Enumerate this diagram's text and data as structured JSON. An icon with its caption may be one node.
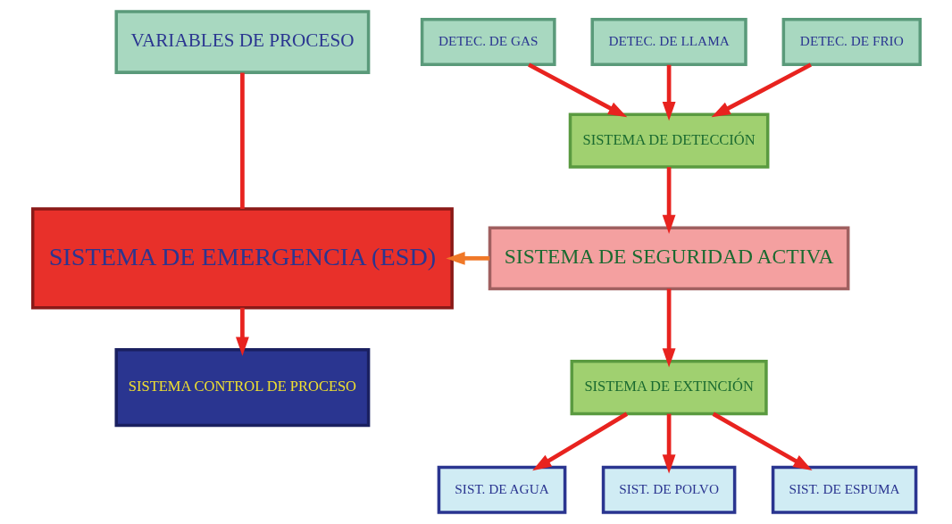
{
  "diagram": {
    "nodes": [
      {
        "text": [
          "VARIABLES DE PROCESO"
        ]
      },
      {
        "text": [
          "SISTEMA DE EMERGENCIA (ESD)"
        ]
      },
      {
        "text": [
          "SISTEMA CONTROL DE PROCESO"
        ]
      },
      {
        "text": [
          "DETEC. DE GAS"
        ]
      },
      {
        "text": [
          "DETEC. DE LLAMA"
        ]
      },
      {
        "text": [
          "DETEC. DE FRIO"
        ]
      },
      {
        "text": [
          "SISTEMA DE DETECCIÓN"
        ]
      },
      {
        "text": [
          "SISTEMA DE SEGURIDAD ACTIVA"
        ]
      },
      {
        "text": [
          "SISTEMA DE EXTINCIÓN"
        ]
      },
      {
        "text": [
          "SIST. DE AGUA"
        ]
      },
      {
        "text": [
          "SIST. DE POLVO"
        ]
      },
      {
        "text": [
          "SIST. DE ESPUMA"
        ]
      }
    ],
    "edges": [
      {
        "from": 0,
        "to": 1,
        "arrow": "none"
      },
      {
        "from": 1,
        "to": 2,
        "arrow": "to"
      },
      {
        "from": 3,
        "to": 6,
        "arrow": "to"
      },
      {
        "from": 4,
        "to": 6,
        "arrow": "to"
      },
      {
        "from": 5,
        "to": 6,
        "arrow": "to"
      },
      {
        "from": 6,
        "to": 7,
        "arrow": "to"
      },
      {
        "from": 7,
        "to": 1,
        "arrow": "to",
        "color": "#f07828"
      },
      {
        "from": 7,
        "to": 8,
        "arrow": "to"
      },
      {
        "from": 8,
        "to": 9,
        "arrow": "to"
      },
      {
        "from": 8,
        "to": 10,
        "arrow": "to"
      },
      {
        "from": 8,
        "to": 11,
        "arrow": "to"
      }
    ]
  }
}
